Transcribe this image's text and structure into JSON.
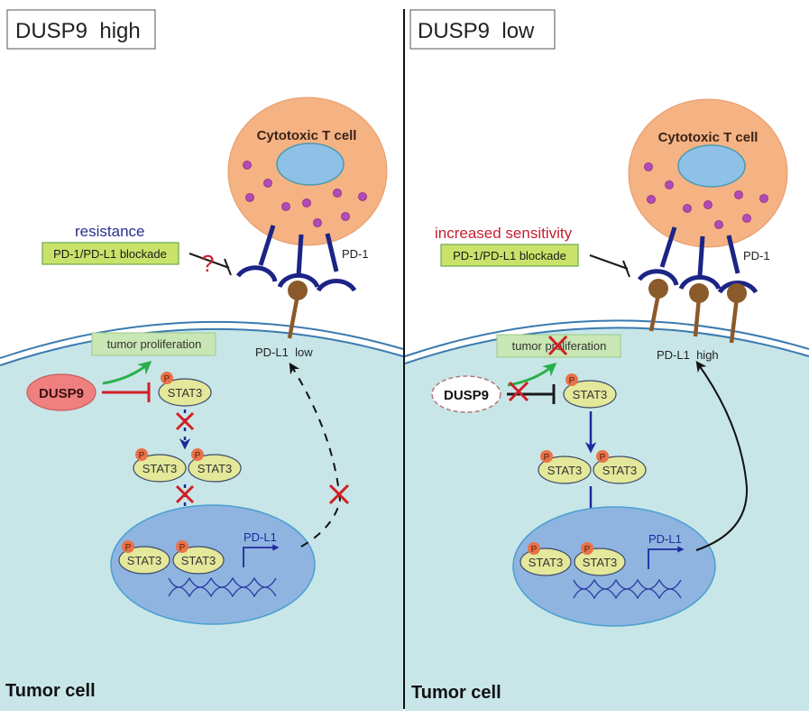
{
  "panels": [
    {
      "title": "DUSP9  high",
      "tcell_label": "Cytotoxic T cell",
      "pd1_label": "PD-1",
      "therapy_effect": "resistance",
      "therapy_effect_color": "#2b2e8c",
      "blockade_label": "PD-1/PD-L1 blockade",
      "blockade_uncertain_mark": "?",
      "pdl1_surface_label": "PD-L1  low",
      "proliferation_label": "tumor proliferation",
      "dusp9_label": "DUSP9",
      "dusp9_state": "present",
      "stat3_label": "STAT3",
      "phospho_label": "P",
      "gene_label": "PD-L1",
      "cell_label": "Tumor cell",
      "pathway_blocked": true
    },
    {
      "title": "DUSP9  low",
      "tcell_label": "Cytotoxic T cell",
      "pd1_label": "PD-1",
      "therapy_effect": "increased sensitivity",
      "therapy_effect_color": "#c8202e",
      "blockade_label": "PD-1/PD-L1 blockade",
      "pdl1_surface_label": "PD-L1  high",
      "proliferation_label": "tumor proliferation",
      "dusp9_label": "DUSP9",
      "dusp9_state": "lost",
      "stat3_label": "STAT3",
      "phospho_label": "P",
      "gene_label": "PD-L1",
      "cell_label": "Tumor cell",
      "pathway_blocked": false
    }
  ],
  "colors": {
    "tcell_fill": "#f5b283",
    "tcell_nucleus": "#8fc0e6",
    "granule": "#b24bb5",
    "receptor_pd1": "#1c2486",
    "ligand_pdl1": "#8b5a2b",
    "tumor_cytoplasm": "#c8e6e8",
    "tumor_nucleus": "#8fb4e0",
    "stat3_fill": "#e3e89a",
    "phospho": "#e8734a",
    "dusp9_fill": "#f08080",
    "proliferation_box": "#c9e6b5",
    "blockade_box": "#c9e36a",
    "inhibit_red": "#d21f26",
    "activate_green": "#2ab04a",
    "arrow_blue": "#1c2a9c"
  }
}
